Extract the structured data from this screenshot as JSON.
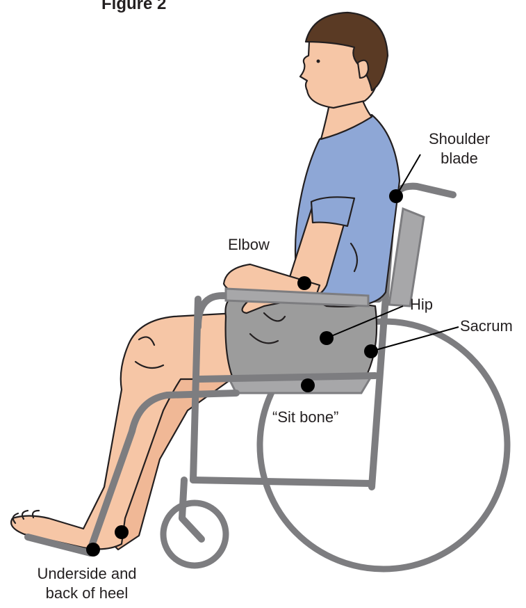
{
  "figure": {
    "title": "Figure 2"
  },
  "labels": {
    "shoulder_blade_line1": "Shoulder",
    "shoulder_blade_line2": "blade",
    "elbow": "Elbow",
    "hip": "Hip",
    "sacrum": "Sacrum",
    "sit_bone": "“Sit bone”",
    "heel_line1": "Underside and",
    "heel_line2": "back of heel"
  },
  "colors": {
    "skin": "#f6c6a6",
    "shirt": "#8ea7d6",
    "shorts": "#9c9c9c",
    "hair": "#5a3a24",
    "chair_frame": "#7d7d80",
    "seat": "#a7a7a9",
    "marker": "#000000",
    "text": "#231f20"
  }
}
